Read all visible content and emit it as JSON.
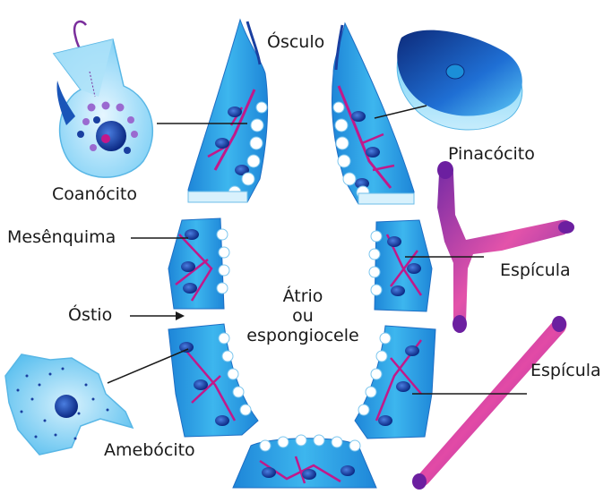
{
  "labels": {
    "osculo": "Ósculo",
    "pinacocito": "Pinacócito",
    "coanocito": "Coanócito",
    "mesenquima": "Mesênquima",
    "espicula_1": "Espícula",
    "espicula_2": "Espícula",
    "ostio": "Óstio",
    "atrio_line1": "Átrio",
    "atrio_line2": "ou",
    "atrio_line3": "espongiocele",
    "amebocito": "Amebócito"
  },
  "colors": {
    "body_blue": "#29a9e6",
    "light_blue": "#bfe8fb",
    "dark_blue": "#1a3fa0",
    "navy": "#0d2a7a",
    "magenta": "#c2188a",
    "pink": "#e85bb0",
    "purple": "#7a2e9c"
  }
}
